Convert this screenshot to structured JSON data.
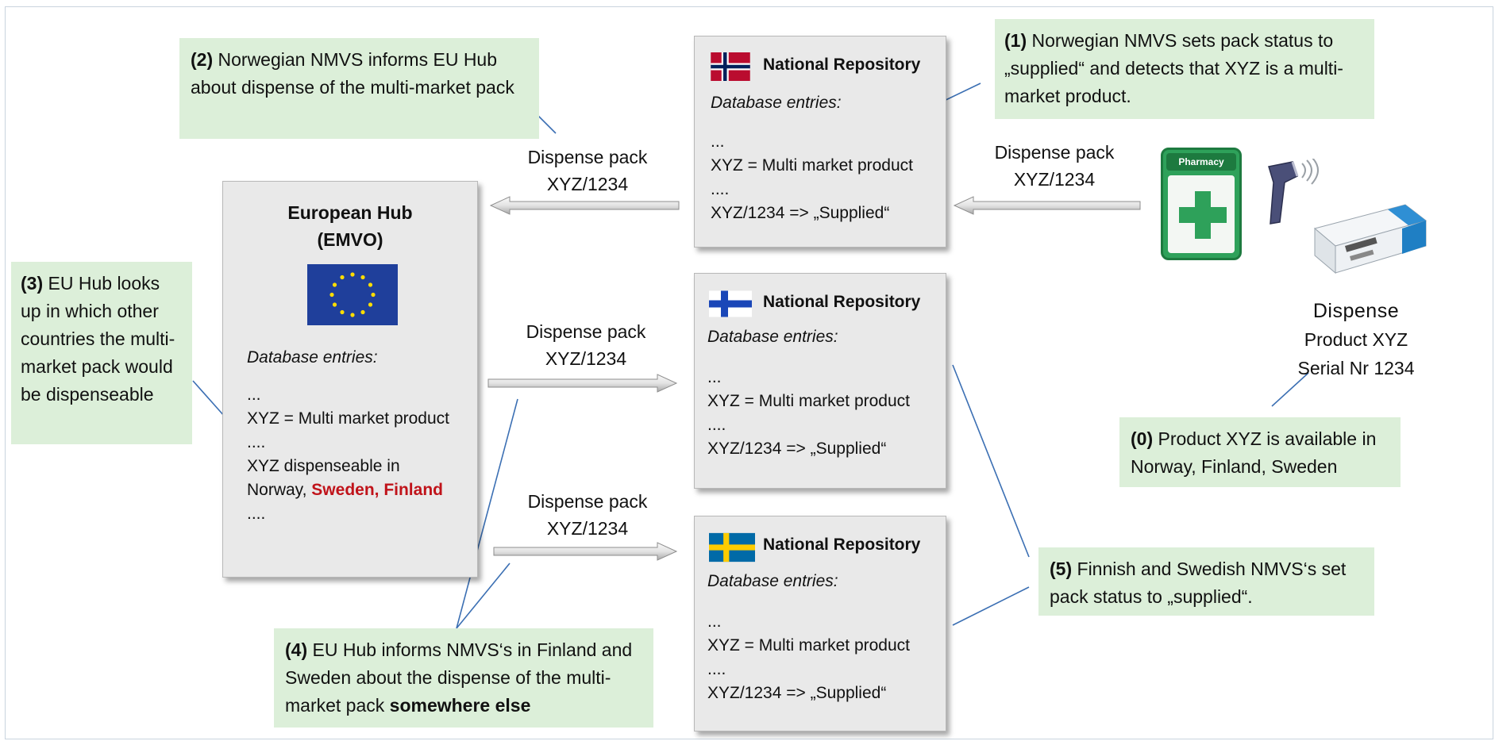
{
  "notes": {
    "n1": {
      "num": "(1)",
      "text": " Norwegian NMVS sets pack status to „supplied“ and detects that XYZ is a multi-market product."
    },
    "n2": {
      "num": "(2)",
      "text": " Norwegian NMVS informs EU Hub about dispense of the multi-market pack"
    },
    "n3": {
      "num": "(3)",
      "text": " EU Hub looks up in which other countries the multi-market pack would be dispenseable"
    },
    "n4": {
      "num": "(4)",
      "text": " EU Hub informs NMVS‘s in Finland and Sweden about the dispense of the multi-market pack ",
      "bold_tail": "somewhere else"
    },
    "n5": {
      "num": "(5)",
      "text": " Finnish and Swedish NMVS‘s set pack status to „supplied“."
    },
    "n0": {
      "num": "(0)",
      "text": " Product XYZ is available in Norway, Finland, Sweden"
    }
  },
  "hub": {
    "title": "European Hub",
    "subtitle": "(EMVO)",
    "db_label": "Database entries:",
    "lines": [
      "...",
      "XYZ = Multi market product",
      "....",
      "XYZ dispenseable in"
    ],
    "last_prefix": "Norway, ",
    "last_red": "Sweden, Finland",
    "end": "...."
  },
  "repos": [
    {
      "title": "National Repository",
      "db_label": "Database entries:",
      "l1": "...",
      "l2": "XYZ = Multi market product",
      "l3": "....",
      "l4": "XYZ/1234 => „Supplied“"
    },
    {
      "title": "National Repository",
      "db_label": "Database entries:",
      "l1": "...",
      "l2": "XYZ = Multi market product",
      "l3": "....",
      "l4": "XYZ/1234 => „Supplied“"
    },
    {
      "title": "National Repository",
      "db_label": "Database entries:",
      "l1": "...",
      "l2": "XYZ = Multi market product",
      "l3": "....",
      "l4": "XYZ/1234 => „Supplied“"
    }
  ],
  "arrow_labels": {
    "a_hub_top": [
      "Dispense pack",
      "XYZ/1234"
    ],
    "a_pharm": [
      "Dispense pack",
      "XYZ/1234"
    ],
    "a_fi": [
      "Dispense pack",
      "XYZ/1234"
    ],
    "a_se": [
      "Dispense pack",
      "XYZ/1234"
    ]
  },
  "dispense": {
    "l1": "Dispense",
    "l2": "Product XYZ",
    "l3": "Serial Nr 1234"
  },
  "pharmacy_label": "Pharmacy",
  "colors": {
    "note_bg": "#dcefd9",
    "box_bg": "#e9e9e9",
    "red": "#c0131a",
    "line": "#3b6fb3"
  }
}
